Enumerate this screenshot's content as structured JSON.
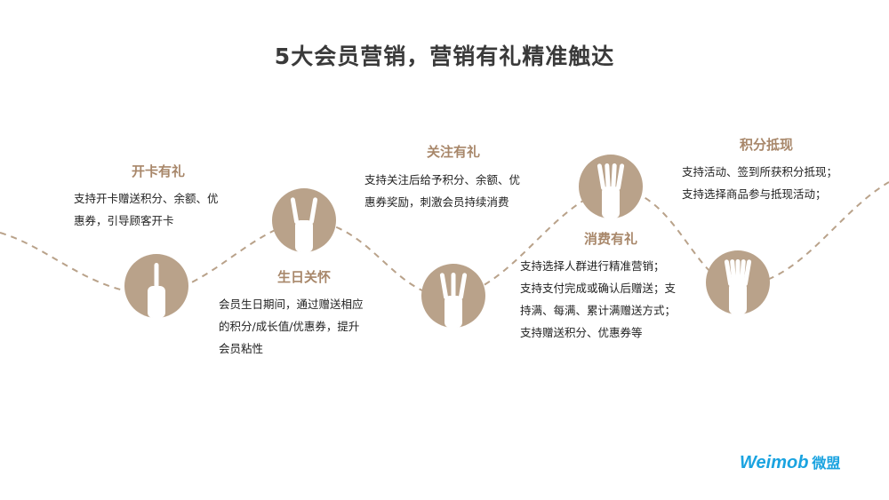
{
  "title": "5大会员营销，营销有礼精准触达",
  "steps": [
    {
      "name": "开卡有礼",
      "fingers": 1,
      "lines": [
        "支持开卡赠送积分、余额、优",
        "惠券，引导顾客开卡"
      ]
    },
    {
      "name": "生日关怀",
      "fingers": 2,
      "lines": [
        "会员生日期间，通过赠送相应",
        "的积分/成长值/优惠券，提升",
        "会员粘性"
      ]
    },
    {
      "name": "关注有礼",
      "fingers": 3,
      "lines": [
        "支持关注后给予积分、余额、优",
        "惠券奖励，刺激会员持续消费"
      ]
    },
    {
      "name": "消费有礼",
      "fingers": 4,
      "lines": [
        "支持选择人群进行精准营销；",
        "支持支付完成或确认后赠送；支",
        "持满、每满、累计满赠送方式；",
        "支持赠送积分、优惠券等"
      ]
    },
    {
      "name": "积分抵现",
      "fingers": 5,
      "lines": [
        "支持活动、签到所获积分抵现；",
        "支持选择商品参与抵现活动；"
      ]
    }
  ],
  "logo": {
    "text": "Weimob",
    "cn": "微盟"
  },
  "colors": {
    "accent": "#a8876a",
    "circle": "#b9a28a",
    "brand": "#1aa3e0"
  }
}
